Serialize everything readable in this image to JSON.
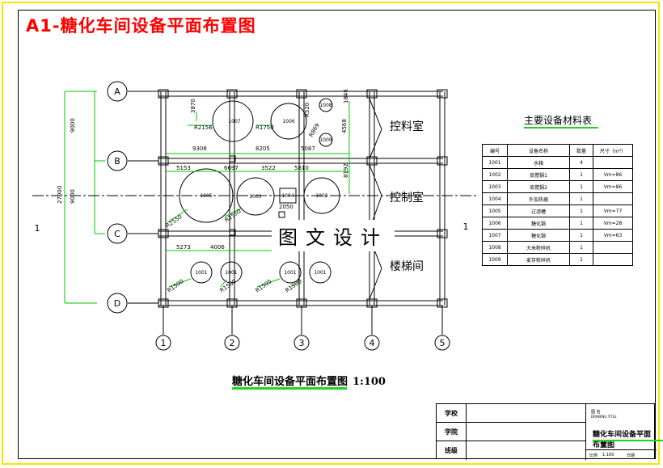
{
  "title": "A1-糖化车间设备平面布置图",
  "watermark": "图文设计",
  "plan": {
    "axis_rows": [
      "A",
      "B",
      "C",
      "D"
    ],
    "axis_cols": [
      "1",
      "2",
      "3",
      "4",
      "5"
    ],
    "section_marks": [
      "1",
      "1"
    ],
    "rooms": [
      "控料室",
      "控制室",
      "楼梯间"
    ],
    "dims_left": [
      "9000",
      "9000",
      "27000"
    ],
    "dims_row1": [
      "9308",
      "8205",
      "5087"
    ],
    "dims_row2": [
      "5153",
      "6697",
      "3522",
      "5810"
    ],
    "dims_row3": [
      "5273",
      "4006"
    ],
    "dims_vert": [
      "3870",
      "4568",
      "8192",
      "1846"
    ],
    "radii": [
      "R2156",
      "R1750",
      "R520",
      "R869",
      "R2550",
      "R2550",
      "R1500",
      "R1500",
      "R1505",
      "R1500"
    ],
    "equipment_tags": [
      "1007",
      "1006",
      "1008",
      "1009",
      "1005",
      "1003",
      "1004",
      "1002",
      "1001",
      "1001",
      "1001",
      "1001"
    ],
    "misc_dim": "2050"
  },
  "caption": {
    "text": "糖化车间设备平面布置图",
    "scale": "1:100"
  },
  "equipment_table": {
    "title": "主要设备材料表",
    "headers": [
      "编号",
      "设备名称",
      "数量",
      "尺寸（m³）"
    ],
    "rows": [
      [
        "1001",
        "水箱",
        "4",
        ""
      ],
      [
        "1002",
        "底搅锅1",
        "1",
        "Vm=86"
      ],
      [
        "1003",
        "底搅锅2",
        "1",
        "Vm=86"
      ],
      [
        "1004",
        "外加热器",
        "1",
        ""
      ],
      [
        "1005",
        "过滤槽",
        "1",
        "Vm=77"
      ],
      [
        "1006",
        "糖化锅",
        "1",
        "Vm=28"
      ],
      [
        "1007",
        "糖化锅",
        "1",
        "Vm=63"
      ],
      [
        "1008",
        "大米粉碎机",
        "1",
        ""
      ],
      [
        "1009",
        "麦芽粉碎机",
        "1",
        ""
      ]
    ]
  },
  "title_block": {
    "rows": [
      "学校",
      "学院",
      "班级"
    ],
    "drawing_title_label": "图  名",
    "drawing_title_en": "DRAWING TITLE",
    "drawing_name": "糖化车间设备平面布置图",
    "scale_label": "比例",
    "scale_value": "1:100",
    "date_label": "日期"
  }
}
